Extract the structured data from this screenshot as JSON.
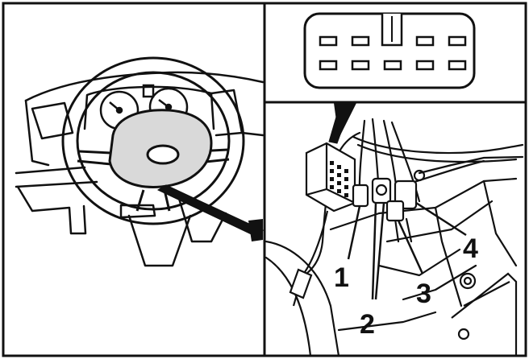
{
  "callouts": [
    {
      "id": "1",
      "text": "1"
    },
    {
      "id": "2",
      "text": "2"
    },
    {
      "id": "3",
      "text": "3"
    },
    {
      "id": "4",
      "text": "4"
    }
  ],
  "colors": {
    "ink": "#111111",
    "background": "#ffffff",
    "shade": "#d9d9d9"
  }
}
